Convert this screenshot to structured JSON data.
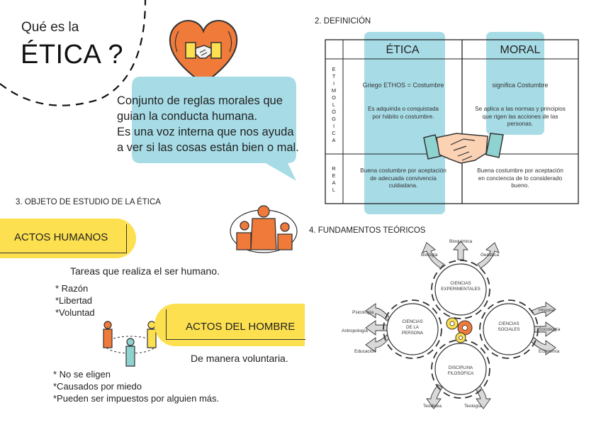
{
  "title": {
    "line1": "Qué es la",
    "line2": "ÉTICA ?"
  },
  "intro": {
    "lines": [
      "Conjunto de reglas morales que",
      "guian la conducta humana.",
      "Es una voz interna que nos ayuda",
      "a ver si las cosas están bien o mal."
    ]
  },
  "definicion": {
    "section_title": "2. DEFINICIÓN",
    "col_etica": "ÉTICA",
    "col_moral": "MORAL",
    "row_etimologica_label": "E\nT\nI\nM\nO\nL\nÓ\nG\nI\nC\nA",
    "row_real_label": "R\nE\nA\nL",
    "etica_etim_1": "Griego ETHOS   =   Costumbre",
    "etica_etim_2": "Es adquirida o conquistada\npor hábito o costumbre.",
    "moral_etim_1": "significa  Costumbre",
    "moral_etim_2": "Se aplica a las normas y principios\nque rigen las acciones de las\npersonas.",
    "etica_real": "Buena costumbre por aceptación\nde adecuada convivencia\ncuidadana.",
    "moral_real": "Buena costumbre por aceptación\nen conciencia de lo considerado\nbueno."
  },
  "objeto": {
    "section_title": "3. OBJETO DE ESTUDIO DE LA ÉTICA",
    "actos_humanos": "ACTOS HUMANOS",
    "humanos_desc": "Tareas que realiza el ser humano.",
    "humanos_items": [
      "* Razón",
      "*Libertad",
      "*Voluntad"
    ],
    "actos_hombre": "ACTOS  DEL HOMBRE",
    "hombre_desc": "De manera voluntaria.",
    "hombre_items": [
      "* No se eligen",
      "*Causados por miedo",
      "*Pueden ser impuestos por alguien más."
    ]
  },
  "fundamentos": {
    "section_title": "4.  FUNDAMENTOS TEÓRICOS",
    "node_top": "CIENCIAS\nEXPERIMENTALES",
    "node_left": "CIENCIAS\nDE LA\nPERSONA",
    "node_right": "CIENCIAS\nSOCIALES",
    "node_bottom": "DISCIPLINA\nFILOSÓFICA",
    "leaf_bioquimica": "Bioquímica",
    "leaf_biologia": "Biología",
    "leaf_genetica": "Genética",
    "leaf_psicologia": "Psicología",
    "leaf_antropologia": "Antropología",
    "leaf_educacion": "Educación",
    "leaf_historia": "Historia",
    "leaf_sociologia": "Sociología",
    "leaf_economia": "Economía",
    "leaf_teodicea": "Teodicea",
    "leaf_teologia": "Teología"
  },
  "colors": {
    "blue": "#a7dce6",
    "yellow": "#fde04f",
    "orange": "#ef7a3a",
    "gray": "#d9d9d9"
  },
  "icons": [
    "heart-handshake-icon",
    "handshake-icon",
    "people-group-icon",
    "people-network-icon",
    "gears-icon"
  ]
}
